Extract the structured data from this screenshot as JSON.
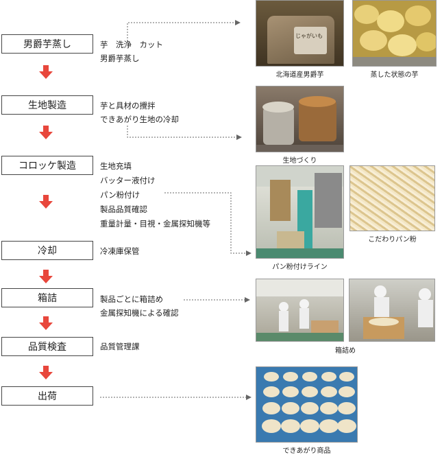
{
  "steps": [
    {
      "label": "男爵芋蒸し",
      "desc": [
        "芋　洗浄　カット",
        "男爵芋蒸し"
      ]
    },
    {
      "label": "生地製造",
      "desc": [
        "芋と具材の攪拌",
        "できあがり生地の冷却"
      ]
    },
    {
      "label": "コロッケ製造",
      "desc": [
        "生地充填",
        "バッター液付け",
        "パン粉付け",
        "製品品質確認",
        "重量計量・目視・金属探知機等"
      ]
    },
    {
      "label": "冷却",
      "desc": [
        "冷凍庫保管"
      ]
    },
    {
      "label": "箱詰",
      "desc": [
        "製品ごとに箱詰め",
        "金属探知機による確認"
      ]
    },
    {
      "label": "品質検査",
      "desc": [
        "品質管理課"
      ]
    },
    {
      "label": "出荷",
      "desc": []
    }
  ],
  "captions": {
    "potato_bag": "北海道産男爵芋",
    "steamed": "蒸した状態の芋",
    "dough": "生地づくり",
    "crumb_line": "パン粉付けライン",
    "crumbs": "こだわりパン粉",
    "boxing": "箱詰め",
    "product": "できあがり商品"
  },
  "bag_print": "じゃがいも",
  "colors": {
    "arrow": "#e8473c",
    "border": "#444"
  }
}
